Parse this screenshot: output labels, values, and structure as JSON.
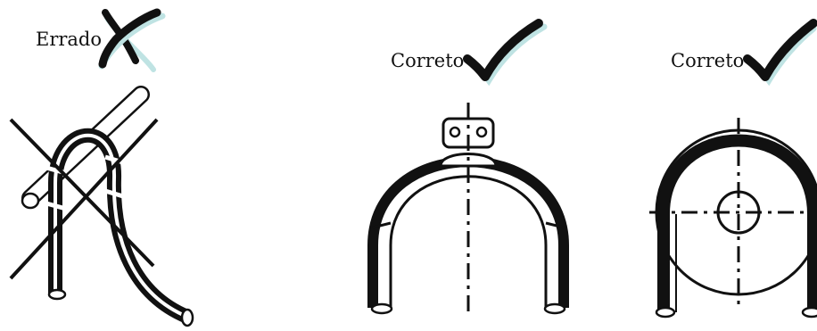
{
  "panels": [
    {
      "label": "Errado",
      "status": "incorrect",
      "mark_icon": "x-mark-icon"
    },
    {
      "label": "Correto",
      "status": "correct",
      "mark_icon": "check-mark-icon"
    },
    {
      "label": "Correto",
      "status": "correct",
      "mark_icon": "check-mark-icon"
    }
  ],
  "colors": {
    "ink": "#111111",
    "mark_shadow": "#bfe3e3",
    "background": "#ffffff"
  }
}
